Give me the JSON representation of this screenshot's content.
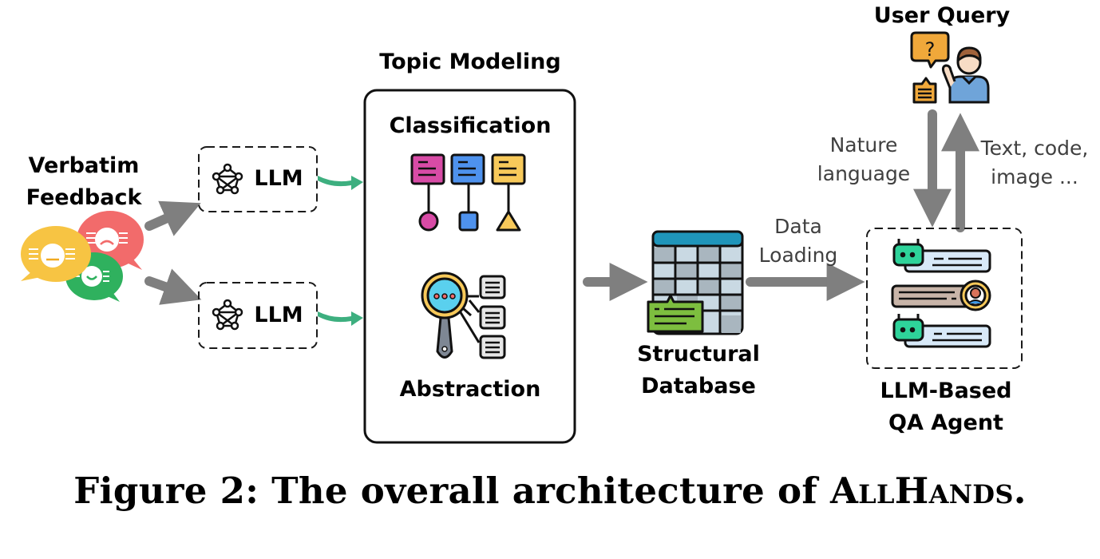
{
  "figure": {
    "caption_prefix": "Figure 2: The overall architecture of ",
    "caption_name": "AllHands",
    "caption_suffix": "."
  },
  "input": {
    "title_line1": "Verbatim",
    "title_line2": "Feedback",
    "icon": "feedback-bubbles-icon",
    "bubble_colors": {
      "yellow": "#F7C443",
      "red": "#F26B6B",
      "green": "#2FB15E"
    }
  },
  "llm_nodes": [
    {
      "label": "LLM",
      "icon": "neural-network-icon"
    },
    {
      "label": "LLM",
      "icon": "neural-network-icon"
    }
  ],
  "topic_modeling": {
    "title": "Topic Modeling",
    "classification": {
      "label": "Classification",
      "icon": "classification-cards-icon",
      "card_colors": [
        "#D84BA6",
        "#4E92EE",
        "#F7C95A"
      ]
    },
    "abstraction": {
      "label": "Abstraction",
      "icon": "magnifier-summary-icon",
      "lens_color": "#5AD0EE"
    }
  },
  "database": {
    "label_line1": "Structural",
    "label_line2": "Database",
    "icon": "table-database-icon",
    "header_color": "#1F95BA",
    "note_color": "#7DBE3F"
  },
  "edges": {
    "data_loading_line1": "Data",
    "data_loading_line2": "Loading",
    "nature_language_line1": "Nature",
    "nature_language_line2": "language",
    "output_line1": "Text, code,",
    "output_line2": "image ...",
    "gray_arrow_color": "#7F7F7F",
    "green_arrow_color": "#3DAF7F"
  },
  "user": {
    "label": "User Query",
    "icon": "user-question-icon"
  },
  "agent": {
    "label_line1": "LLM-Based",
    "label_line2": "QA Agent",
    "icon": "chatbot-conversation-icon"
  }
}
